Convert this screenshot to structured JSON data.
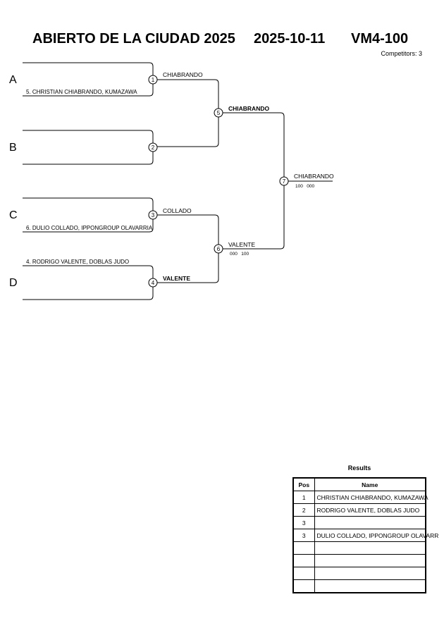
{
  "header": {
    "event": "ABIERTO DE LA CIUDAD 2025",
    "date": "2025-10-11",
    "category": "VM4-100",
    "competitors": "Competitors: 3"
  },
  "pools": [
    "A",
    "B",
    "C",
    "D"
  ],
  "entries": {
    "a1": "5. CHRISTIAN CHIABRANDO, KUMAZAWA",
    "c2": "6. DULIO COLLADO, IPPONGROUP OLAVARRIA",
    "d1": "4. RODRIGO VALENTE, DOBLAS JUDO"
  },
  "matches": {
    "m1": {
      "num": "1",
      "winner": "CHIABRANDO",
      "score": ""
    },
    "m2": {
      "num": "2",
      "winner": "",
      "score": ""
    },
    "m3": {
      "num": "3",
      "winner": "COLLADO",
      "score": ""
    },
    "m4": {
      "num": "4",
      "winner": "VALENTE",
      "score": ""
    },
    "m5": {
      "num": "5",
      "winner": "CHIABRANDO",
      "score": ""
    },
    "m6": {
      "num": "6",
      "winner": "VALENTE",
      "score": "000   100"
    },
    "m7": {
      "num": "7",
      "winner": "CHIABRANDO",
      "score": "100   000"
    }
  },
  "results": {
    "title": "Results",
    "headers": [
      "Pos",
      "Name"
    ],
    "rows": [
      {
        "pos": "1",
        "name": "CHRISTIAN CHIABRANDO, KUMAZAWA"
      },
      {
        "pos": "2",
        "name": "RODRIGO VALENTE, DOBLAS JUDO"
      },
      {
        "pos": "3",
        "name": ""
      },
      {
        "pos": "3",
        "name": "DULIO COLLADO, IPPONGROUP OLAVARR"
      },
      {
        "pos": "",
        "name": ""
      },
      {
        "pos": "",
        "name": ""
      },
      {
        "pos": "",
        "name": ""
      },
      {
        "pos": "",
        "name": ""
      }
    ]
  }
}
